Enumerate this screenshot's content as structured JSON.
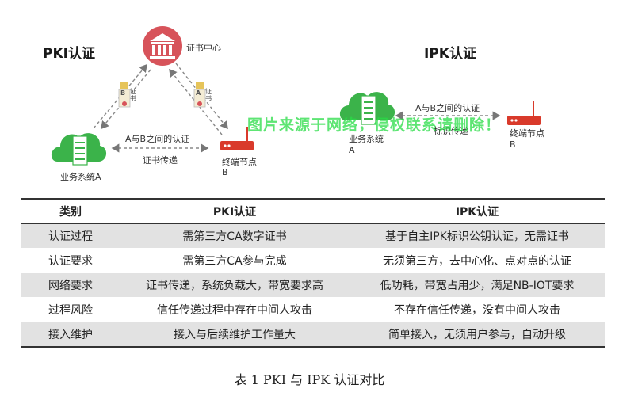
{
  "pki": {
    "title": "PKI认证",
    "ca_label": "证书中心",
    "system_label": "业务系统A",
    "terminal_label_line1": "终端节点",
    "terminal_label_line2": "B",
    "auth_label": "A与B之间的认证",
    "transfer_label": "证书传递",
    "left_cert_letter": "B",
    "left_cert_text": "证书",
    "right_cert_letter": "A",
    "right_cert_text": "证书"
  },
  "ipk": {
    "title": "IPK认证",
    "system_label_line1": "业务系统",
    "system_label_line2": "A",
    "terminal_label_line1": "终端节点",
    "terminal_label_line2": "B",
    "auth_label": "A与B之间的认证",
    "transfer_label": "标识传递"
  },
  "watermark": "图片来源于网络，侵权联系请删除！",
  "table": {
    "headers": [
      "类别",
      "PKI认证",
      "IPK认证"
    ],
    "rows": [
      [
        "认证过程",
        "需第三方CA数字证书",
        "基于自主IPK标识公钥认证，无需证书"
      ],
      [
        "认证要求",
        "需第三方CA参与完成",
        "无须第三方，去中心化、点对点的认证"
      ],
      [
        "网络要求",
        "证书传递，系统负载大，带宽要求高",
        "低功耗，带宽占用少，满足NB-IOT要求"
      ],
      [
        "过程风险",
        "信任传递过程中存在中间人攻击",
        "不存在信任传递，没有中间人攻击"
      ],
      [
        "接入维护",
        "接入与后续维护工作量大",
        "简单接入，无须用户参与，自动升级"
      ]
    ]
  },
  "caption": "表 1   PKI 与 IPK 认证对比",
  "colors": {
    "ca_red": "#d7535a",
    "cloud_green": "#3bb34a",
    "terminal_red": "#d93a2b",
    "arrow_gray": "#777777",
    "row_shade": "#e2e2e2"
  }
}
